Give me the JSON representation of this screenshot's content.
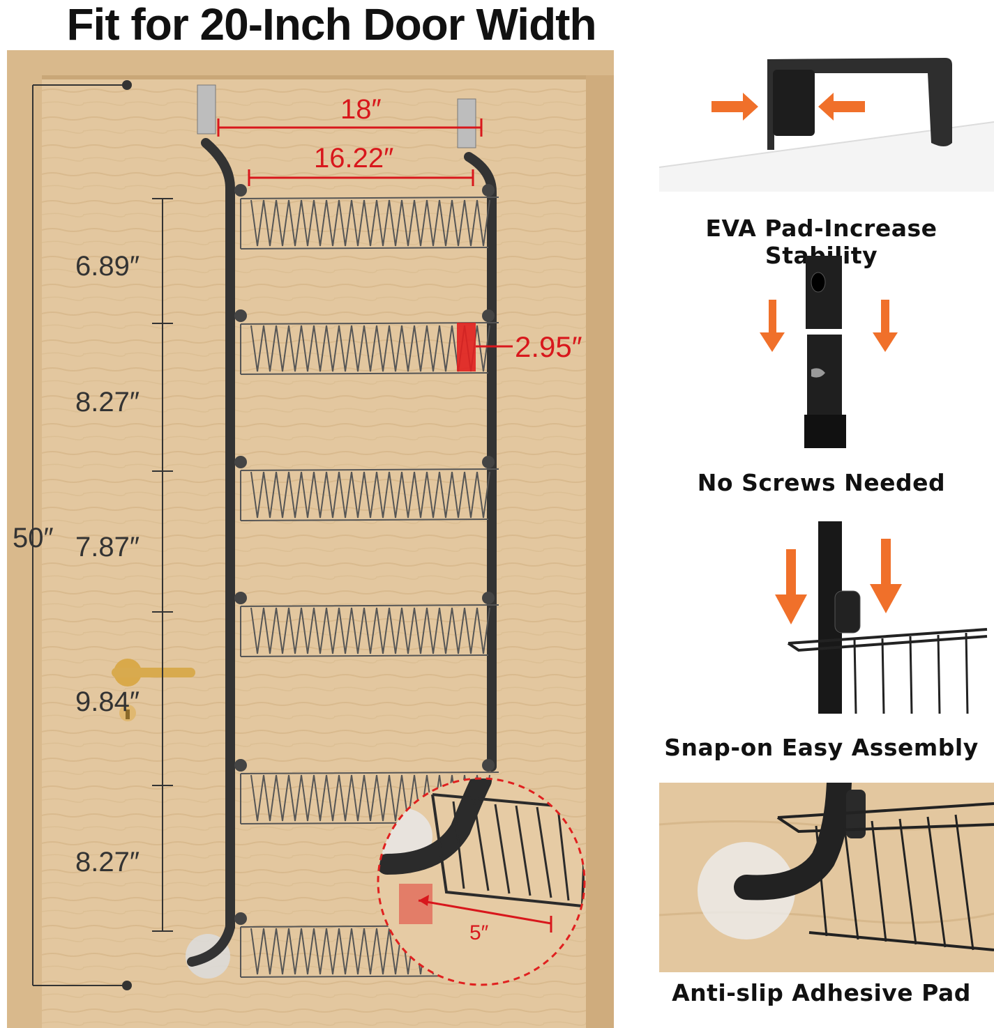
{
  "title": "Fit for 20-Inch Door Width",
  "dimensions": {
    "hook_span": "18″",
    "rail_span": "16.22″",
    "total_height": "50″",
    "basket_depth": "2.95″",
    "gaps": [
      "6.89″",
      "8.27″",
      "7.87″",
      "9.84″",
      "8.27″"
    ],
    "pad_offset": "5″"
  },
  "features": [
    {
      "caption": "EVA Pad-Increase Stability"
    },
    {
      "caption": "No Screws Needed"
    },
    {
      "caption": "Snap-on Easy Assembly"
    },
    {
      "caption": "Anti-slip Adhesive Pad"
    }
  ],
  "colors": {
    "door": "#e3c79f",
    "door_frame": "#d4b386",
    "metal": "#3a3a3a",
    "dimension_red": "#d8171c",
    "arrow_orange": "#f0702a"
  }
}
